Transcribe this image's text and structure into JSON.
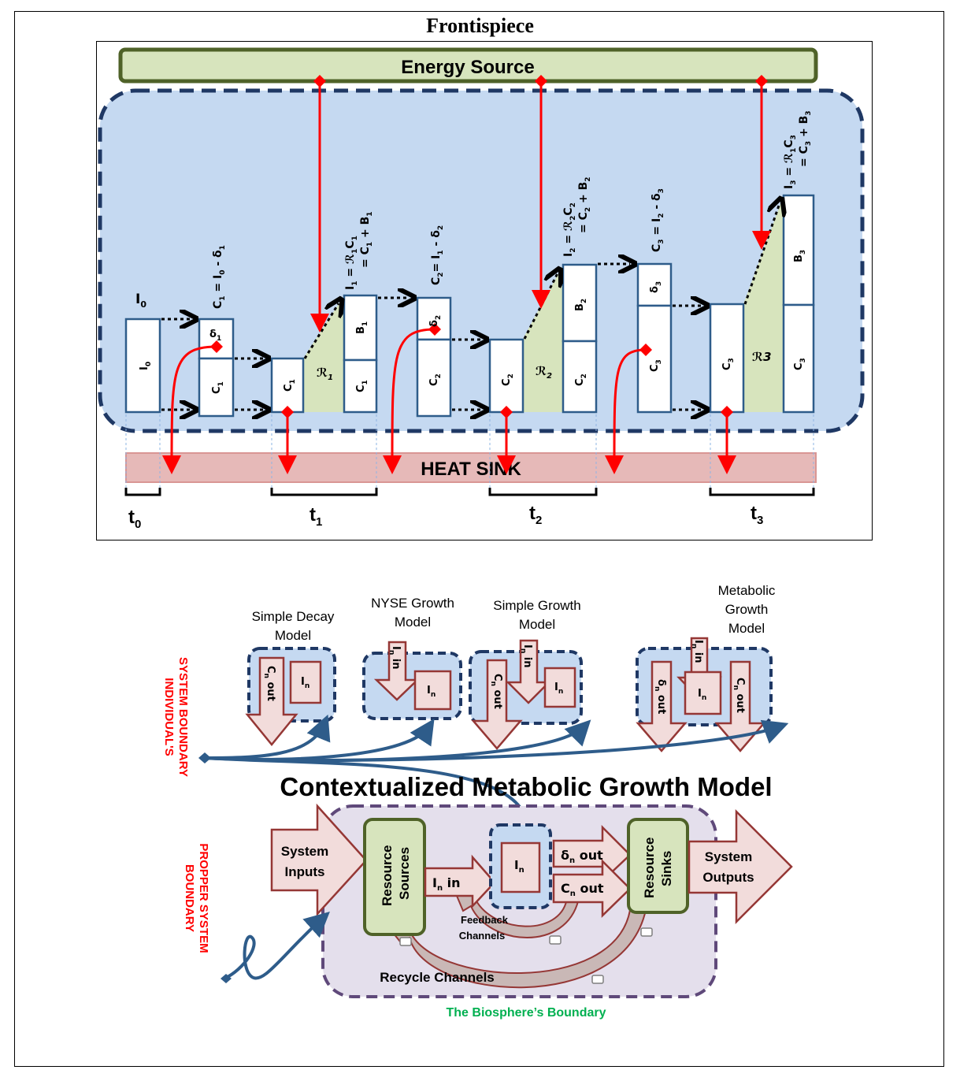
{
  "title": "Frontispiece",
  "top": {
    "energy_source": "Energy Source",
    "heat_sink": "HEAT SINK",
    "stages": {
      "I0": "I",
      "I0_sub": "0",
      "formula_c1_a": "C",
      "formula_c1_b": "1",
      "formula_c1_c": " = I",
      "formula_c1_d": "0",
      "formula_c1_e": " - δ",
      "formula_c1_f": "1",
      "formula_i1_a": "I",
      "formula_i1_b": "1",
      "formula_i1_c": " = ℛ",
      "formula_i1_d": "1",
      "formula_i1_e": "C",
      "formula_i1_f": "1",
      "formula_i1_g": "= C",
      "formula_i1_h": "1",
      "formula_i1_i": " + B",
      "formula_i1_j": "1",
      "formula_c2_a": "C",
      "formula_c2_b": "2",
      "formula_c2_c": "= I",
      "formula_c2_d": "1",
      "formula_c2_e": " - δ",
      "formula_c2_f": "2",
      "formula_i2_a": "I",
      "formula_i2_b": "2",
      "formula_i2_c": " = ℛ",
      "formula_i2_d": "2",
      "formula_i2_e": "C",
      "formula_i2_f": "2",
      "formula_i2_g": "= C",
      "formula_i2_h": "2",
      "formula_i2_i": " + B",
      "formula_i2_j": "2",
      "formula_c3_a": "C",
      "formula_c3_b": "3",
      "formula_c3_c": " = I",
      "formula_c3_d": "2",
      "formula_c3_e": " - δ",
      "formula_c3_f": "3",
      "formula_i3_a": "I",
      "formula_i3_b": "3",
      "formula_i3_c": " = ℛ",
      "formula_i3_d": "1",
      "formula_i3_e": "C",
      "formula_i3_f": "3",
      "formula_i3_g": "= C",
      "formula_i3_h": "3",
      "formula_i3_i": " + B",
      "formula_i3_j": "3",
      "box_I0": "I",
      "box_I0_sub": "0",
      "box_delta1": "δ",
      "box_delta1_sub": "1",
      "box_C1a": "C",
      "box_C1a_sub": "1",
      "box_C1b": "C",
      "box_C1b_sub": "1",
      "box_B1": "B",
      "box_B1_sub": "1",
      "box_C1c": "C",
      "box_C1c_sub": "1",
      "box_delta2": "δ",
      "box_delta2_sub": "2",
      "box_C2a": "C",
      "box_C2a_sub": "2",
      "box_C2b": "C",
      "box_C2b_sub": "2",
      "box_B2": "B",
      "box_B2_sub": "2",
      "box_C2c": "C",
      "box_C2c_sub": "2",
      "box_delta3": "δ",
      "box_delta3_sub": "3",
      "box_C3a": "C",
      "box_C3a_sub": "3",
      "box_C3b": "C",
      "box_C3b_sub": "3",
      "box_B3": "B",
      "box_B3_sub": "3",
      "box_C3c": "C",
      "box_C3c_sub": "3",
      "r1": "ℛ",
      "r1_sub": "1",
      "r2": "ℛ",
      "r2_sub": "2",
      "r3": "ℛ3"
    },
    "times": [
      {
        "label": "t",
        "sub": "0"
      },
      {
        "label": "t",
        "sub": "1"
      },
      {
        "label": "t",
        "sub": "2"
      },
      {
        "label": "t",
        "sub": "3"
      }
    ]
  },
  "bottom": {
    "model_labels": {
      "simple_decay_1": "Simple Decay",
      "simple_decay_2": "Model",
      "nyse_1": "NYSE Growth",
      "nyse_2": "Model",
      "simple_growth_1": "Simple Growth",
      "simple_growth_2": "Model",
      "metabolic_1": "Metabolic",
      "metabolic_2": "Growth",
      "metabolic_3": "Model"
    },
    "arrow_labels": {
      "cn_out": "C",
      "n": "n",
      "out": " out",
      "in_in": "I",
      "in": " in",
      "dn_out": "δ"
    },
    "box_In": "I",
    "box_In_sub": "n",
    "individual_boundary_1": "INDIVIDUAL'S",
    "individual_boundary_2": "SYSTEM BOUNDARY",
    "main_title": "Contextualized Metabolic Growth Model",
    "proper_boundary_1": "PROPPER SYSTEM",
    "proper_boundary_2": "BOUNDARY",
    "system_inputs_1": "System",
    "system_inputs_2": "Inputs",
    "resource_sources_1": "Resource",
    "resource_sources_2": "Sources",
    "resource_sinks_1": "Resource",
    "resource_sinks_2": "Sinks",
    "system_outputs_1": "System",
    "system_outputs_2": "Outputs",
    "feedback_1": "Feedback",
    "feedback_2": "Channels",
    "recycle": "Recycle Channels",
    "biosphere": "The Biosphere’s Boundary"
  },
  "colors": {
    "box_blue": "#c5d9f1",
    "dash_navy": "#1f3864",
    "green_fill": "#d7e4bd",
    "green_border": "#4f6228",
    "red": "#ff0000",
    "pink": "#f2dcdb",
    "dark_red": "#953735",
    "purple": "#5f497a",
    "biosphere_green": "#00b050"
  }
}
